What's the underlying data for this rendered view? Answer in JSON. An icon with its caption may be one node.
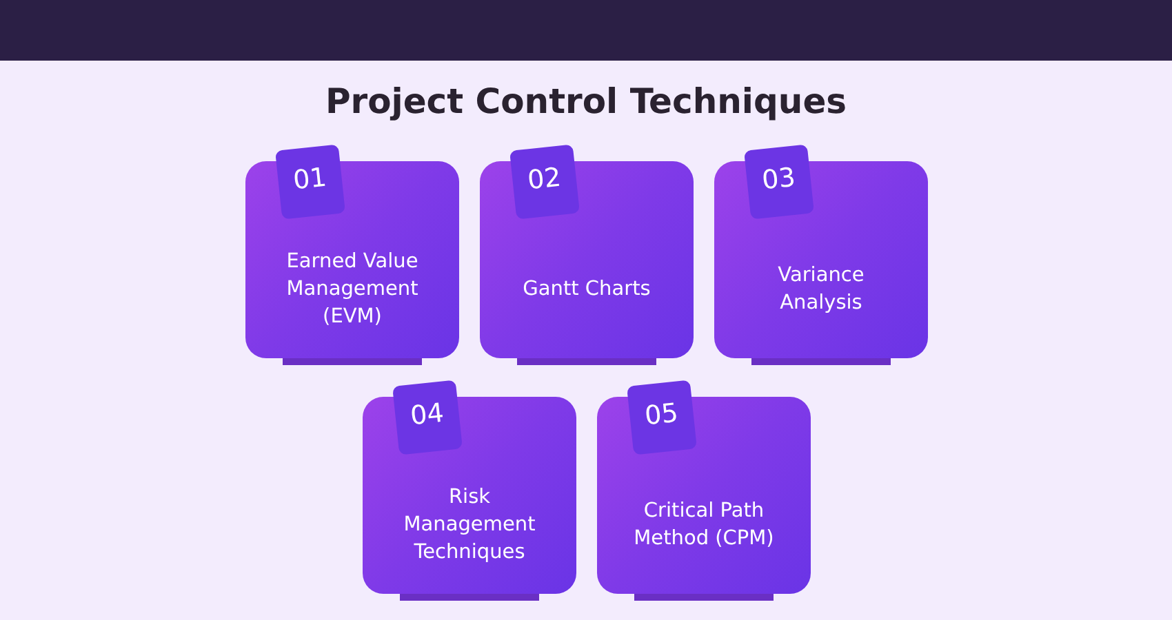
{
  "diagram": {
    "title": "Project Control Techniques",
    "nodes": [
      {
        "text": [
          "01",
          "Earned Value Management (EVM)"
        ]
      },
      {
        "text": [
          "02",
          "Gantt Charts"
        ]
      },
      {
        "text": [
          "03",
          "Variance Analysis"
        ]
      },
      {
        "text": [
          "04",
          "Risk Management Techniques"
        ]
      },
      {
        "text": [
          "05",
          "Critical Path Method (CPM)"
        ]
      }
    ]
  }
}
